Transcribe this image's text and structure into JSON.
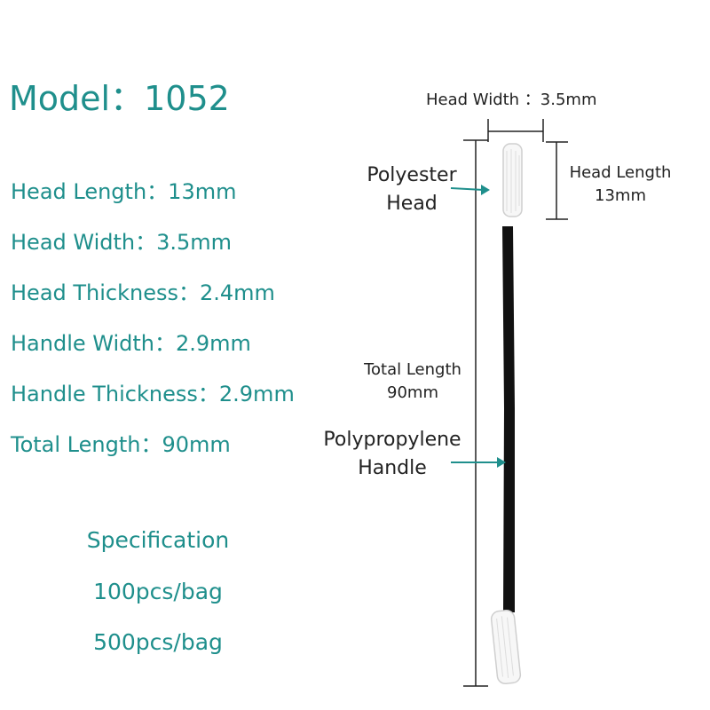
{
  "model": {
    "label": "Model",
    "sep": "：",
    "value": "1052"
  },
  "specs": [
    {
      "label": "Head Length",
      "sep": "：",
      "value": "13mm"
    },
    {
      "label": "Head Width",
      "sep": "：",
      "value": "3.5mm"
    },
    {
      "label": "Head Thickness",
      "sep": "：",
      "value": "2.4mm"
    },
    {
      "label": "Handle Width",
      "sep": "：",
      "value": "2.9mm"
    },
    {
      "label": "Handle Thickness",
      "sep": "：",
      "value": "2.9mm"
    },
    {
      "label": "Total Length",
      "sep": "：",
      "value": "90mm"
    }
  ],
  "packaging": {
    "title": "Specification",
    "options": [
      "100pcs/bag",
      "500pcs/bag"
    ]
  },
  "diagram": {
    "head_width_label": "Head Width ：3.5mm",
    "head_length": {
      "line1": "Head Length",
      "line2": "13mm"
    },
    "head_material": {
      "line1": "Polyester",
      "line2": "Head"
    },
    "total_length": {
      "line1": "Total Length",
      "line2": "90mm"
    },
    "handle_material": {
      "line1": "Polypropylene",
      "line2": "Handle"
    }
  },
  "colors": {
    "accent": "#1f8f8c",
    "handle": "#111111",
    "text": "#222222"
  }
}
